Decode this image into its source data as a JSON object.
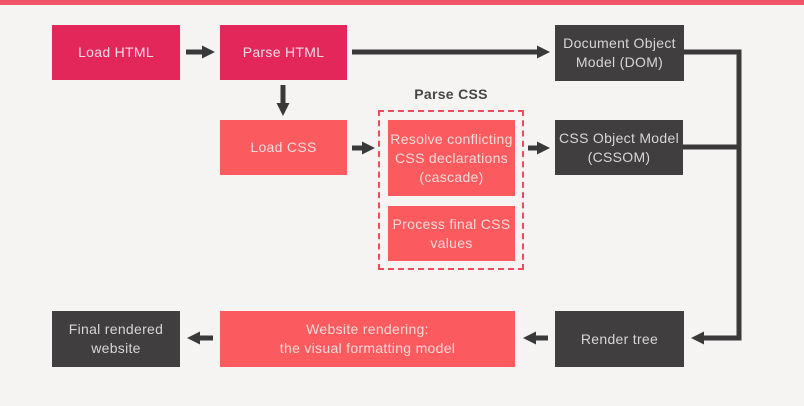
{
  "diagram": {
    "nodes": {
      "load_html": {
        "label": "Load HTML",
        "type": "crimson"
      },
      "parse_html": {
        "label": "Parse HTML",
        "type": "crimson"
      },
      "dom": {
        "label": "Document Object\nModel (DOM)",
        "type": "dark"
      },
      "load_css": {
        "label": "Load CSS",
        "type": "salmon"
      },
      "resolve_cascade": {
        "label": "Resolve conflicting\nCSS declarations\n(cascade)",
        "type": "salmon"
      },
      "process_final_css": {
        "label": "Process final CSS\nvalues",
        "type": "salmon"
      },
      "cssom": {
        "label": "CSS Object Model\n(CSSOM)",
        "type": "dark"
      },
      "render_tree": {
        "label": "Render tree",
        "type": "dark"
      },
      "website_rendering": {
        "label": "Website rendering:\nthe visual formatting model",
        "type": "salmon"
      },
      "final_rendered_website": {
        "label": "Final rendered\nwebsite",
        "type": "dark"
      }
    },
    "groups": {
      "parse_css": {
        "label": "Parse CSS"
      }
    },
    "edges": [
      {
        "from": "load_html",
        "to": "parse_html"
      },
      {
        "from": "parse_html",
        "to": "dom"
      },
      {
        "from": "parse_html",
        "to": "load_css"
      },
      {
        "from": "load_css",
        "to": "parse_css_group"
      },
      {
        "from": "parse_css_group",
        "to": "cssom"
      },
      {
        "from": "dom",
        "to": "render_tree"
      },
      {
        "from": "cssom",
        "to": "render_tree"
      },
      {
        "from": "render_tree",
        "to": "website_rendering"
      },
      {
        "from": "website_rendering",
        "to": "final_rendered_website"
      }
    ],
    "colors": {
      "background": "#f5f4f3",
      "top_bar": "#ef5368",
      "crimson_box": "#e4275b",
      "salmon_box": "#fb5b5e",
      "dark_box": "#403e3f",
      "dashed_border": "#f04a5e",
      "arrow": "#3a3939",
      "group_label_text": "#454545"
    }
  }
}
